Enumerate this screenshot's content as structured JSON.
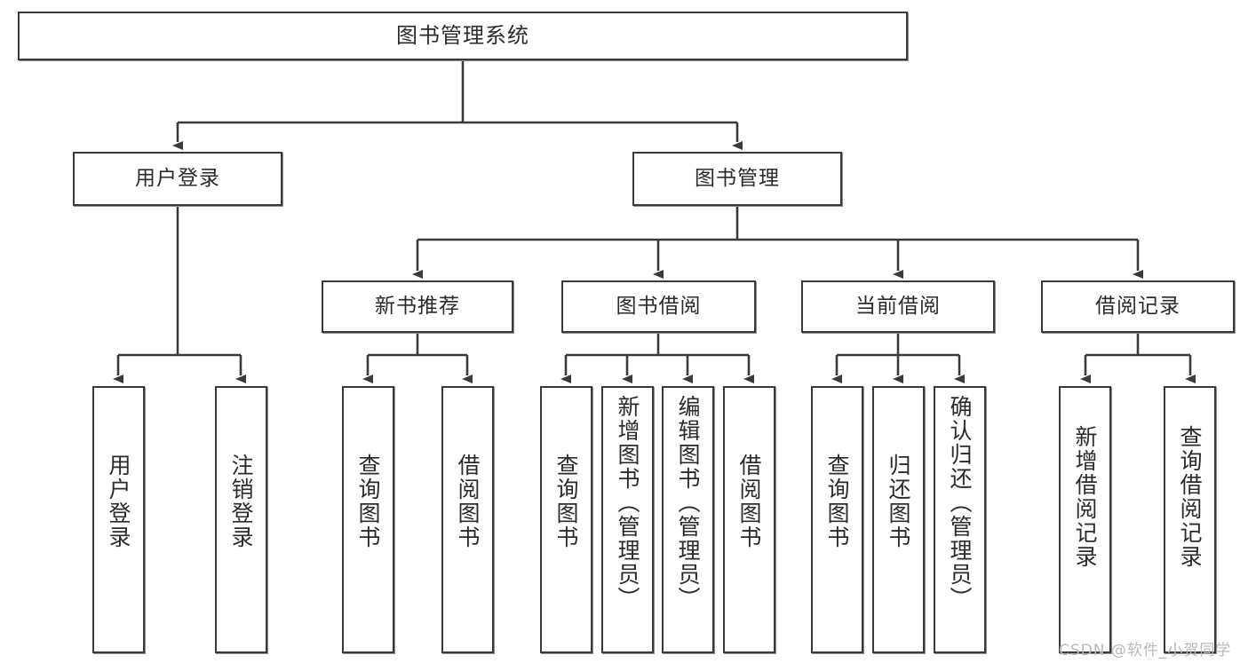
{
  "diagram": {
    "title": "图书管理系统",
    "type": "hierarchy-tree",
    "watermark": "CSDN @软件_小贺同学",
    "colors": {
      "stroke": "#3a3a3a",
      "text": "#2b2b2b",
      "background": "#ffffff",
      "watermark": "#b9b9b9"
    },
    "levels": {
      "root": {
        "label": "图书管理系统"
      },
      "level2": [
        {
          "label": "用户登录"
        },
        {
          "label": "图书管理"
        }
      ],
      "level3": [
        {
          "label": "新书推荐"
        },
        {
          "label": "图书借阅"
        },
        {
          "label": "当前借阅"
        },
        {
          "label": "借阅记录"
        }
      ],
      "leaves": [
        {
          "label": "用户登录"
        },
        {
          "label": "注销登录"
        },
        {
          "label": "查询图书"
        },
        {
          "label": "借阅图书"
        },
        {
          "label": "查询图书"
        },
        {
          "label": "新增图书（管理员）"
        },
        {
          "label": "编辑图书（管理员）"
        },
        {
          "label": "借阅图书"
        },
        {
          "label": "查询图书"
        },
        {
          "label": "归还图书"
        },
        {
          "label": "确认归还（管理员）"
        },
        {
          "label": "新增借阅记录"
        },
        {
          "label": "查询借阅记录"
        }
      ]
    },
    "tree": {
      "图书管理系统": [
        "用户登录",
        "图书管理"
      ],
      "用户登录": [
        "用户登录",
        "注销登录"
      ],
      "图书管理": [
        "新书推荐",
        "图书借阅",
        "当前借阅",
        "借阅记录"
      ],
      "新书推荐": [
        "查询图书",
        "借阅图书"
      ],
      "图书借阅": [
        "查询图书",
        "新增图书（管理员）",
        "编辑图书（管理员）",
        "借阅图书"
      ],
      "当前借阅": [
        "查询图书",
        "归还图书",
        "确认归还（管理员）"
      ],
      "借阅记录": [
        "新增借阅记录",
        "查询借阅记录"
      ]
    }
  }
}
